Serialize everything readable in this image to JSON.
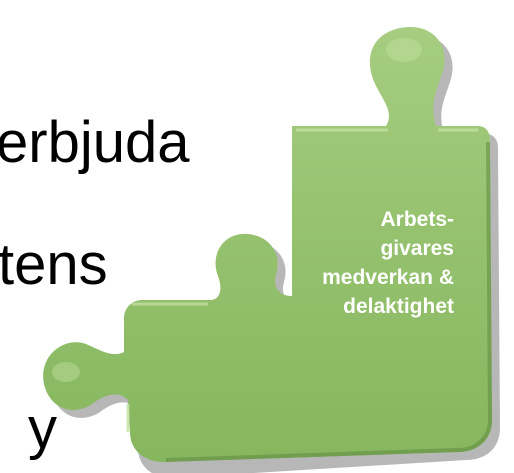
{
  "background_text": {
    "line1": "erbjuda",
    "line2": "tens",
    "line3": "y"
  },
  "puzzle_piece": {
    "label_lines": [
      "Arbets-",
      "givares",
      "medverkan &",
      "delaktighet"
    ],
    "colors": {
      "fill": "#93c06c",
      "fill_light": "#b5d792",
      "shadow": "#5f8a42",
      "drop_shadow": "#7c7c7c"
    }
  }
}
